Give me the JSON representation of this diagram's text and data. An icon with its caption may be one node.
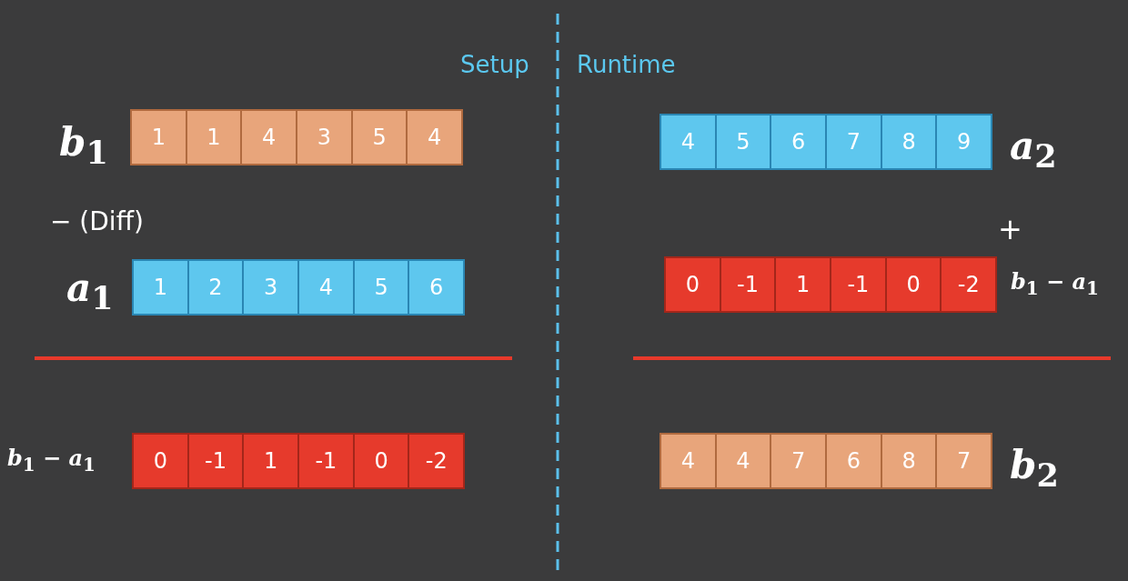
{
  "diagram": {
    "nodes": [
      {
        "text": [],
        "shape": "bar",
        "beside": [
          "*b*$_{1}$"
        ]
      },
      {
        "text": [
          "1"
        ],
        "in": 0
      },
      {
        "text": [
          "1"
        ],
        "in": 0
      },
      {
        "text": [
          "4"
        ],
        "in": 0
      },
      {
        "text": [
          "3"
        ],
        "in": 0
      },
      {
        "text": [
          "5"
        ],
        "in": 0
      },
      {
        "text": [
          "4"
        ],
        "in": 0
      },
      {
        "text": [],
        "shape": "bar",
        "beside": [
          "*a*$_{2}$"
        ]
      },
      {
        "text": [
          "4"
        ],
        "in": 7
      },
      {
        "text": [
          "5"
        ],
        "in": 7
      },
      {
        "text": [
          "6"
        ],
        "in": 7
      },
      {
        "text": [
          "7"
        ],
        "in": 7
      },
      {
        "text": [
          "8"
        ],
        "in": 7
      },
      {
        "text": [
          "9"
        ],
        "in": 7
      },
      {
        "text": [],
        "shape": "bar",
        "beside": [
          "*a*$_{1}$"
        ]
      },
      {
        "text": [
          "1"
        ],
        "in": 14
      },
      {
        "text": [
          "2"
        ],
        "in": 14
      },
      {
        "text": [
          "3"
        ],
        "in": 14
      },
      {
        "text": [
          "4"
        ],
        "in": 14
      },
      {
        "text": [
          "5"
        ],
        "in": 14
      },
      {
        "text": [
          "6"
        ],
        "in": 14
      },
      {
        "text": [],
        "shape": "bar",
        "beside": [
          "*b*$_{1}$ − *a*$_{1}$"
        ]
      },
      {
        "text": [
          "0"
        ],
        "in": 21
      },
      {
        "text": [
          "-1"
        ],
        "in": 21
      },
      {
        "text": [
          "1"
        ],
        "in": 21
      },
      {
        "text": [
          "-1"
        ],
        "in": 21
      },
      {
        "text": [
          "0"
        ],
        "in": 21
      },
      {
        "text": [
          "-2"
        ],
        "in": 21
      },
      {
        "text": [],
        "shape": "bar",
        "beside": [
          "*b*$_{1}$ − *a*$_{1}$"
        ]
      },
      {
        "text": [
          "0"
        ],
        "in": 28
      },
      {
        "text": [
          "-1"
        ],
        "in": 28
      },
      {
        "text": [
          "1"
        ],
        "in": 28
      },
      {
        "text": [
          "-1"
        ],
        "in": 28
      },
      {
        "text": [
          "0"
        ],
        "in": 28
      },
      {
        "text": [
          "-2"
        ],
        "in": 28
      },
      {
        "text": [],
        "shape": "bar",
        "beside": [
          "*b*$_{2}$"
        ]
      },
      {
        "text": [
          "4"
        ],
        "in": 35
      },
      {
        "text": [
          "4"
        ],
        "in": 35
      },
      {
        "text": [
          "7"
        ],
        "in": 35
      },
      {
        "text": [
          "6"
        ],
        "in": 35
      },
      {
        "text": [
          "8"
        ],
        "in": 35
      },
      {
        "text": [
          "7"
        ],
        "in": 35
      }
    ],
    "labels": [
      "Setup",
      "Runtime",
      "− (Diff)",
      "+"
    ]
  }
}
